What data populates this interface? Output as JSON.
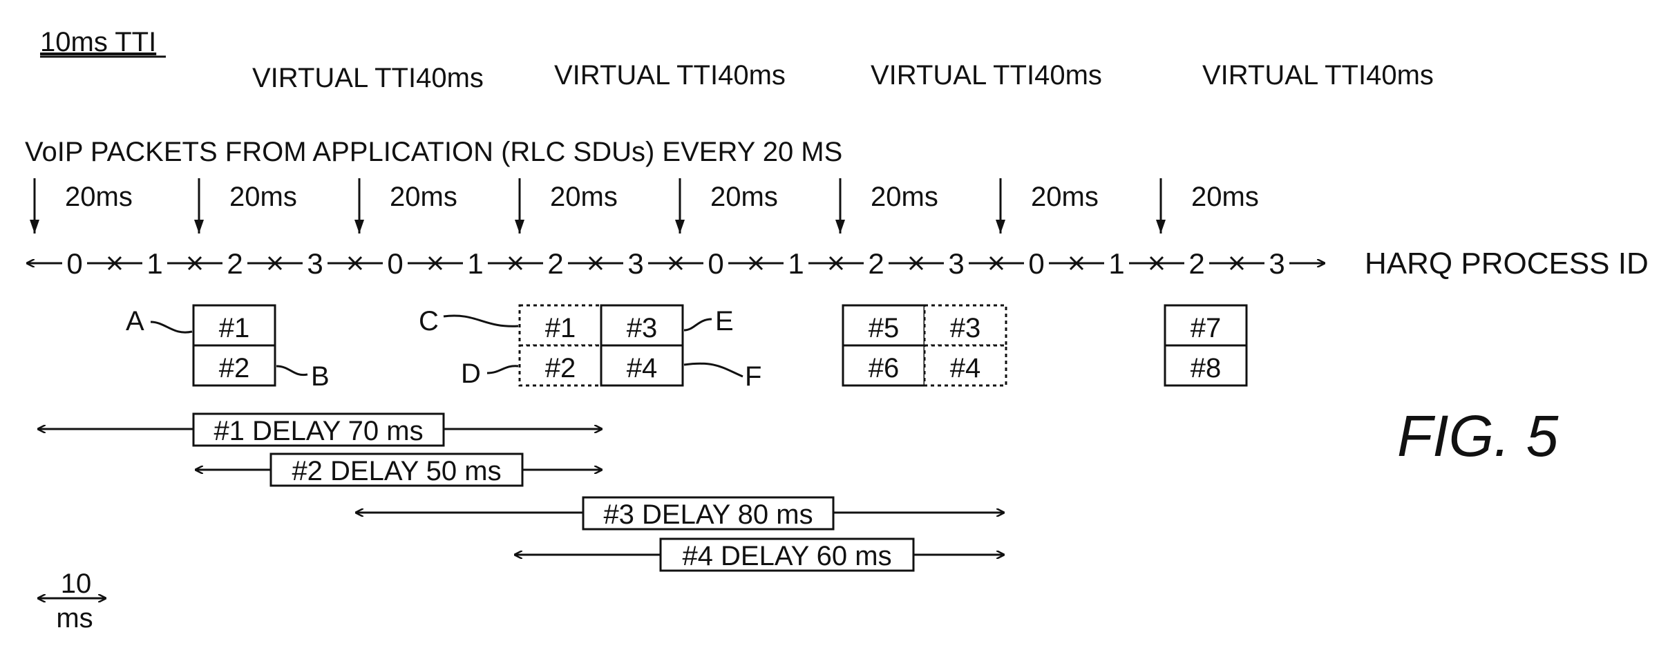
{
  "tti_label": "10ms TTI",
  "virtual_tti_labels": [
    "VIRTUAL TTI40ms",
    "VIRTUAL TTI40ms",
    "VIRTUAL TTI40ms",
    "VIRTUAL TTI40ms"
  ],
  "voip_label": "VoIP PACKETS FROM APPLICATION (RLC SDUs) EVERY 20 MS",
  "interval_label": "20ms",
  "harq_ids": [
    "0",
    "1",
    "2",
    "3",
    "0",
    "1",
    "2",
    "3",
    "0",
    "1",
    "2",
    "3",
    "0",
    "1",
    "2",
    "3"
  ],
  "harq_label": "HARQ PROCESS ID",
  "blocks": [
    {
      "id": "block-1",
      "cells": [
        "#1",
        "#2"
      ]
    },
    {
      "id": "block-2",
      "cells": [
        "#1",
        "#3",
        "#2",
        "#4"
      ]
    },
    {
      "id": "block-3",
      "cells": [
        "#5",
        "#3",
        "#6",
        "#4"
      ]
    },
    {
      "id": "block-4",
      "cells": [
        "#7",
        "#8"
      ]
    }
  ],
  "callouts": [
    "A",
    "B",
    "C",
    "D",
    "E",
    "F"
  ],
  "delays": [
    "#1 DELAY 70 ms",
    "#2 DELAY 50 ms",
    "#3 DELAY 80 ms",
    "#4 DELAY 60 ms"
  ],
  "scale": {
    "value": "10",
    "unit": "ms"
  },
  "figure_label": "FIG. 5"
}
